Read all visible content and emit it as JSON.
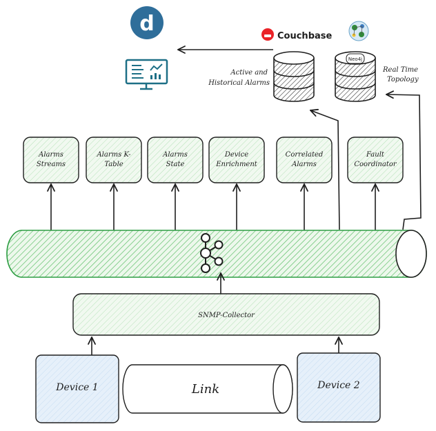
{
  "components": [
    {
      "lines": [
        "Alarms",
        "Streams"
      ]
    },
    {
      "lines": [
        "Alarms K-",
        "Table"
      ]
    },
    {
      "lines": [
        "Alarms",
        "State"
      ]
    },
    {
      "lines": [
        "Device",
        "Enrichment"
      ]
    },
    {
      "lines": [
        "Correlated",
        "Alarms"
      ]
    },
    {
      "lines": [
        "Fault",
        "Coordinator"
      ]
    }
  ],
  "collector": {
    "label": "SNMP-Collector"
  },
  "devices": {
    "device1": "Device 1",
    "device2": "Device 2",
    "link": "Link"
  },
  "stores": {
    "couchbase": {
      "logo_text": "Couchbase",
      "caption": [
        "Active and",
        "Historical Alarms"
      ]
    },
    "neo4j": {
      "logo_text": "Neo4j",
      "caption": [
        "Real Time",
        "Topology"
      ]
    }
  },
  "logos": {
    "dremio_letter": "d"
  },
  "icons": [
    "kafka-icon",
    "dashboard-icon",
    "database-icon",
    "couchbase-icon",
    "neo4j-icon",
    "dremio-icon"
  ],
  "colors": {
    "component_fill": "#e7f5e6",
    "bus_hatch": "#2f9e44",
    "device_fill": "#e3eef9",
    "dremio_blue": "#2f6e9a",
    "couchbase_red": "#ea2328",
    "dashboard_teal": "#1d6f86",
    "stroke": "#1e1e1e"
  }
}
